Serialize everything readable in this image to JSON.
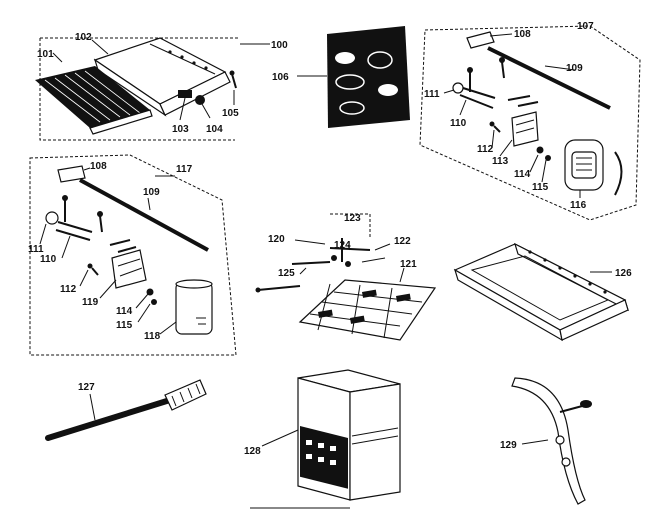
{
  "labels": {
    "p100": "100",
    "p101": "101",
    "p102": "102",
    "p103": "103",
    "p104": "104",
    "p105": "105",
    "p106": "106",
    "p107": "107",
    "p108a": "108",
    "p109a": "109",
    "p110a": "110",
    "p111a": "111",
    "p112a": "112",
    "p113": "113",
    "p114a": "114",
    "p115a": "115",
    "p116": "116",
    "p117": "117",
    "p108b": "108",
    "p109b": "109",
    "p110b": "110",
    "p111b": "111",
    "p112b": "112",
    "p119": "119",
    "p114b": "114",
    "p115b": "115",
    "p118": "118",
    "p120": "120",
    "p121": "121",
    "p122": "122",
    "p123": "123",
    "p124": "124",
    "p125": "125",
    "p126": "126",
    "p127": "127",
    "p128": "128",
    "p129": "129"
  }
}
